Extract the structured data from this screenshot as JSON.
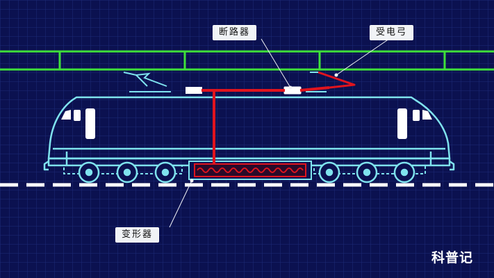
{
  "labels": {
    "circuit_breaker": "断路器",
    "pantograph": "受电弓",
    "transformer": "变形器"
  },
  "watermark": "科普记",
  "colors": {
    "background": "#0b1150",
    "grid": "#1d2a78",
    "catenary": "#3fe03a",
    "outline": "#7fe3ee",
    "power_path": "#e0141e",
    "rail": "#ffffff"
  }
}
